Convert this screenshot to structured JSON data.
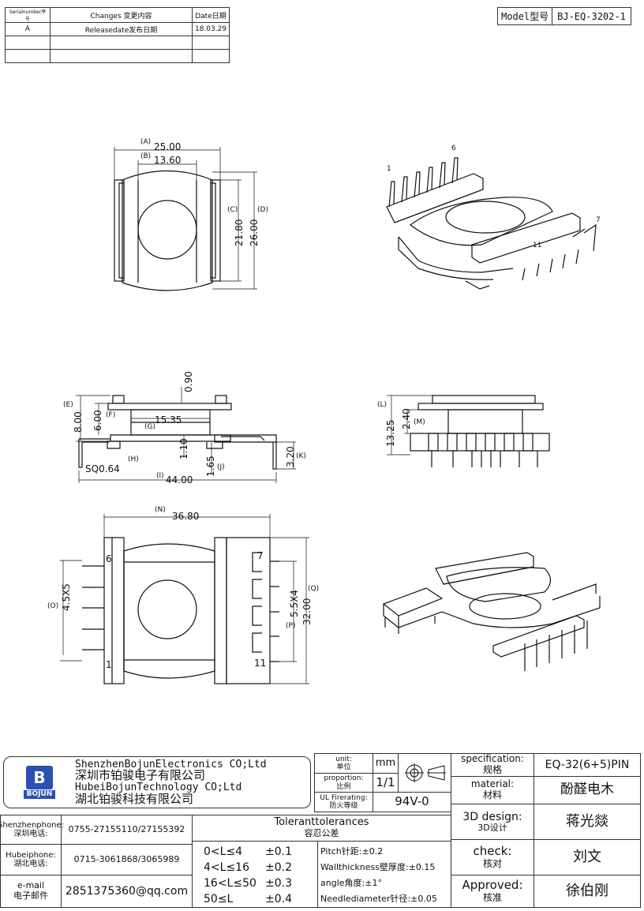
{
  "revision": {
    "headers": {
      "serial": "Serialnumber序号",
      "changes": "Changes 变更内容",
      "date": "Date日期"
    },
    "rows": [
      {
        "serial": "A",
        "changes": "Releasedate发布日期",
        "date": "18.03.29"
      }
    ]
  },
  "model": {
    "label": "Model型号",
    "value": "BJ-EQ-3202-1"
  },
  "top_view": {
    "dims": {
      "a": "25.00",
      "b": "13.60",
      "c": "21.80",
      "d": "26.00"
    },
    "tags": {
      "a": "(A)",
      "b": "(B)",
      "c": "(C)",
      "d": "(D)"
    }
  },
  "iso_top": {
    "pins": {
      "p1": "1",
      "p6": "6",
      "p7": "7",
      "p11": "11"
    }
  },
  "side_view": {
    "dims": {
      "e": "8.00",
      "f": "6.00",
      "top": "0.90",
      "g": "15.35",
      "h": "1.10",
      "j": "1.65",
      "k": "3.20",
      "sq": "SQ0.64",
      "i": "44.00"
    },
    "tags": {
      "e": "(E)",
      "f": "(F)",
      "g": "(G)",
      "h": "(H)",
      "i": "(I)",
      "j": "(J)",
      "k": "(K)"
    }
  },
  "front_view": {
    "dims": {
      "l": "13.25",
      "m": "2.40"
    },
    "tags": {
      "l": "(L)",
      "m": "(M)"
    }
  },
  "bottom_view": {
    "dims": {
      "n": "36.80",
      "o": "4.5X5",
      "p": "5.5X4",
      "q": "32.00"
    },
    "tags": {
      "n": "(N)",
      "o": "(O)",
      "p": "(P)",
      "q": "(Q)"
    },
    "pins": {
      "p1": "1",
      "p6": "6",
      "p7": "7",
      "p11": "11"
    }
  },
  "title_block": {
    "company_en1": "ShenzhenBojunElectronics CO;Ltd",
    "company_cn1": "深圳市铂骏电子有限公司",
    "company_en2": "HubeiBojunTechnology CO;Ltd",
    "company_cn2": "湖北铂骏科技有限公司",
    "logo_text": "BOJUN",
    "unit_label": "unit:",
    "unit_label_cn": "单位",
    "unit_value": "mm",
    "proportion_label": "proportion:",
    "proportion_label_cn": "比例",
    "proportion_value": "1/1",
    "ul_label": "UL Firerating:",
    "ul_label_cn": "防火等级",
    "ul_value": "94V-0",
    "spec_label": "specification:",
    "spec_label_cn": "规格",
    "spec_value": "EQ-32(6+5)PIN",
    "material_label": "material:",
    "material_label_cn": "材料",
    "material_value": "酚醛电木",
    "design_label": "3D design:",
    "design_label_cn": "3D设计",
    "design_value": "蒋光燚",
    "check_label": "check:",
    "check_label_cn": "核对",
    "check_value": "刘文",
    "approved_label": "Approved:",
    "approved_label_cn": "核准",
    "approved_value": "徐伯刚",
    "sz_phone_label": "Shenzhenphone:",
    "sz_phone_label_cn": "深圳电话:",
    "sz_phone": "0755-27155110/27155392",
    "hb_phone_label": "Hubeiphone:",
    "hb_phone_label_cn": "湖北电话:",
    "hb_phone": "0715-3061868/3065989",
    "email_label": "e-mail",
    "email_label_cn": "电子邮件",
    "email": "2851375360@qq.com",
    "tol_title": "Toleranttolerances",
    "tol_title_cn": "容忍公差",
    "tol_rows": [
      {
        "range": "0<L≤4",
        "value": "±0.1",
        "note": "Pitch针距:±0.2"
      },
      {
        "range": "4<L≤16",
        "value": "±0.2",
        "note": "Wallthickness壁厚度:±0.15"
      },
      {
        "range": "16<L≤50",
        "value": "±0.3",
        "note": "angle角度:±1°"
      },
      {
        "range": "50≤L",
        "value": "±0.4",
        "note": "Needlediameter针径:±0.05"
      }
    ]
  }
}
